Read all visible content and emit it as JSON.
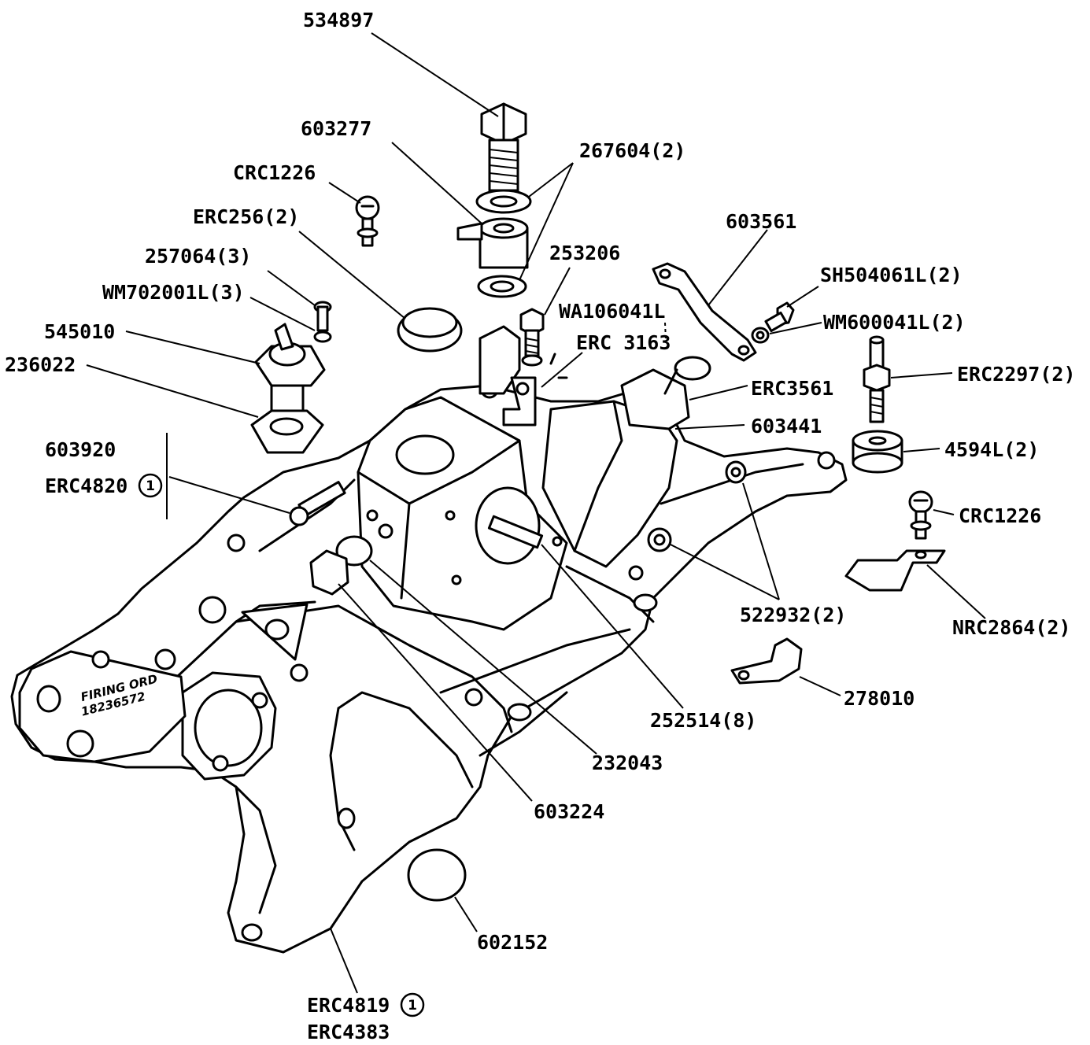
{
  "labels": {
    "p534897": "534897",
    "p603277": "603277",
    "p267604": "267604(2)",
    "p_crc1226_top": "CRC1226",
    "p_erc256": "ERC256(2)",
    "p603561": "603561",
    "p253206": "253206",
    "p257064": "257064(3)",
    "p_sh504061l": "SH504061L(2)",
    "p_wm702001l": "WM702001L(3)",
    "p_wa106041l": "WA106041L",
    "p_wm600041l": "WM600041L(2)",
    "p545010": "545010",
    "p_erc3163": "ERC 3163",
    "p236022": "236022",
    "p_erc2297": "ERC2297(2)",
    "p_erc3561": "ERC3561",
    "p603441": "603441",
    "p603920": "603920",
    "p_4594l": "4594L(2)",
    "p_erc4820": "ERC4820",
    "p_crc1226_right": "CRC1226",
    "p522932": "522932(2)",
    "p_nrc2864": "NRC2864(2)",
    "p278010": "278010",
    "p252514": "252514(8)",
    "p232043": "232043",
    "p603224": "603224",
    "p602152": "602152",
    "p_erc4819": "ERC4819",
    "p_erc4383": "ERC4383"
  },
  "circled_note": "1",
  "casting": {
    "line1": "FIRING ORD",
    "line2": "18236572"
  }
}
